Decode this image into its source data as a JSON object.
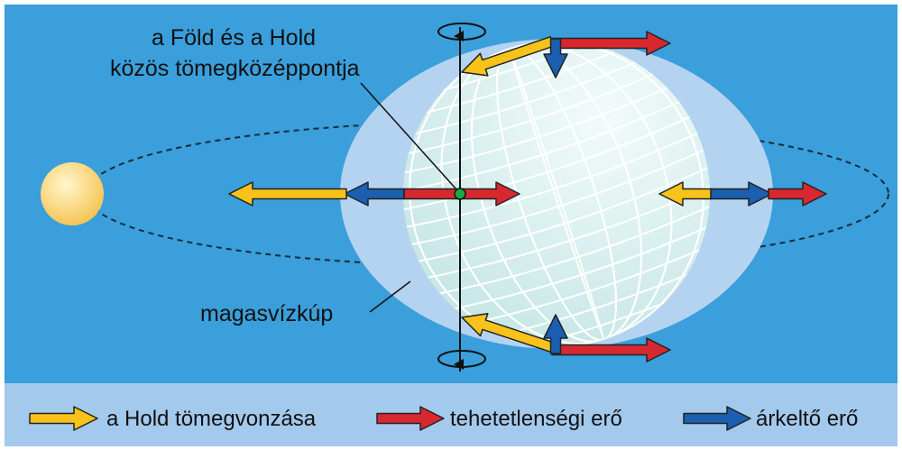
{
  "labels": {
    "barycenter_line1": "a Föld és a Hold",
    "barycenter_line2": "közös tömegközéppontja",
    "tidal_bulge": "magasvízkúp"
  },
  "legend": [
    {
      "label": "a Hold tömegvonzása",
      "color": "#f7c21a"
    },
    {
      "label": "tehetetlenségi erő",
      "color": "#d8282f"
    },
    {
      "label": "árkeltő erő",
      "color": "#1a5fb0"
    }
  ],
  "colors": {
    "sky": "#3a9fdb",
    "legend_band": "#a3c9ec",
    "bulge": "#b4d3f0",
    "globe": "#d5ecec",
    "sun": "#fbd97a",
    "barycenter": "#1aa84a"
  }
}
